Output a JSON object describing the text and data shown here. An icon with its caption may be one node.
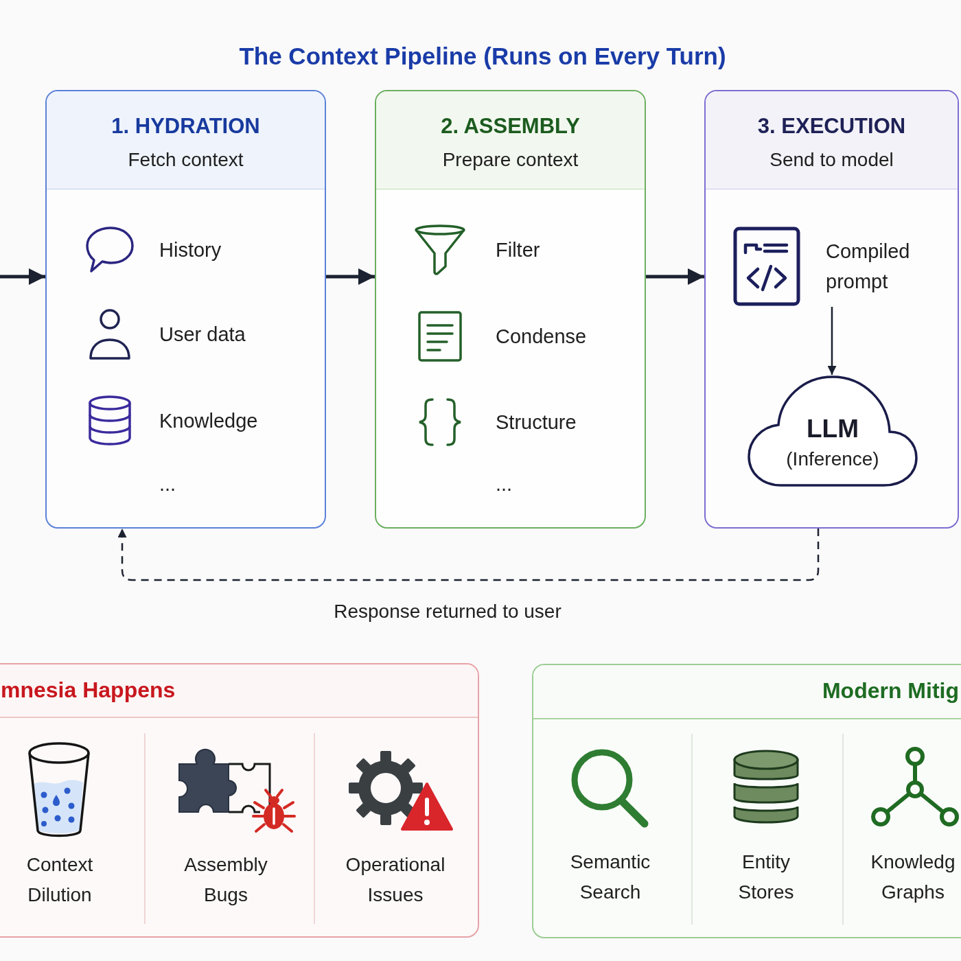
{
  "diagram": {
    "title": "The Context Pipeline (Runs on Every Turn)",
    "nodes": [
      {
        "text": [
          "1. HYDRATION",
          "Fetch context",
          "History",
          "User data",
          "Knowledge",
          "..."
        ]
      },
      {
        "text": [
          "2. ASSEMBLY",
          "Prepare context",
          "Filter",
          "Condense",
          "Structure",
          "..."
        ]
      },
      {
        "text": [
          "3. EXECUTION",
          "Send to model"
        ]
      },
      {
        "text": [
          "Compiled prompt"
        ],
        "in": 2
      },
      {
        "text": [
          "LLM",
          "(Inference)"
        ],
        "in": 2
      },
      {
        "text": [
          "mnesia Happens",
          "Context Dilution",
          "Assembly Bugs",
          "Operational Issues"
        ]
      },
      {
        "text": [
          "Modern Mitig",
          "Semantic Search",
          "Entity Stores",
          "Knowledg Graphs"
        ]
      }
    ],
    "edges": [
      {
        "from": null,
        "to": 0,
        "arrow": "to"
      },
      {
        "from": 0,
        "to": 1,
        "arrow": "to"
      },
      {
        "from": 1,
        "to": 2,
        "arrow": "to"
      },
      {
        "from": 3,
        "to": 4,
        "arrow": "to"
      },
      {
        "from": 2,
        "to": 0,
        "arrow": "to",
        "label": "Response returned to user",
        "style": "dashed"
      }
    ]
  }
}
